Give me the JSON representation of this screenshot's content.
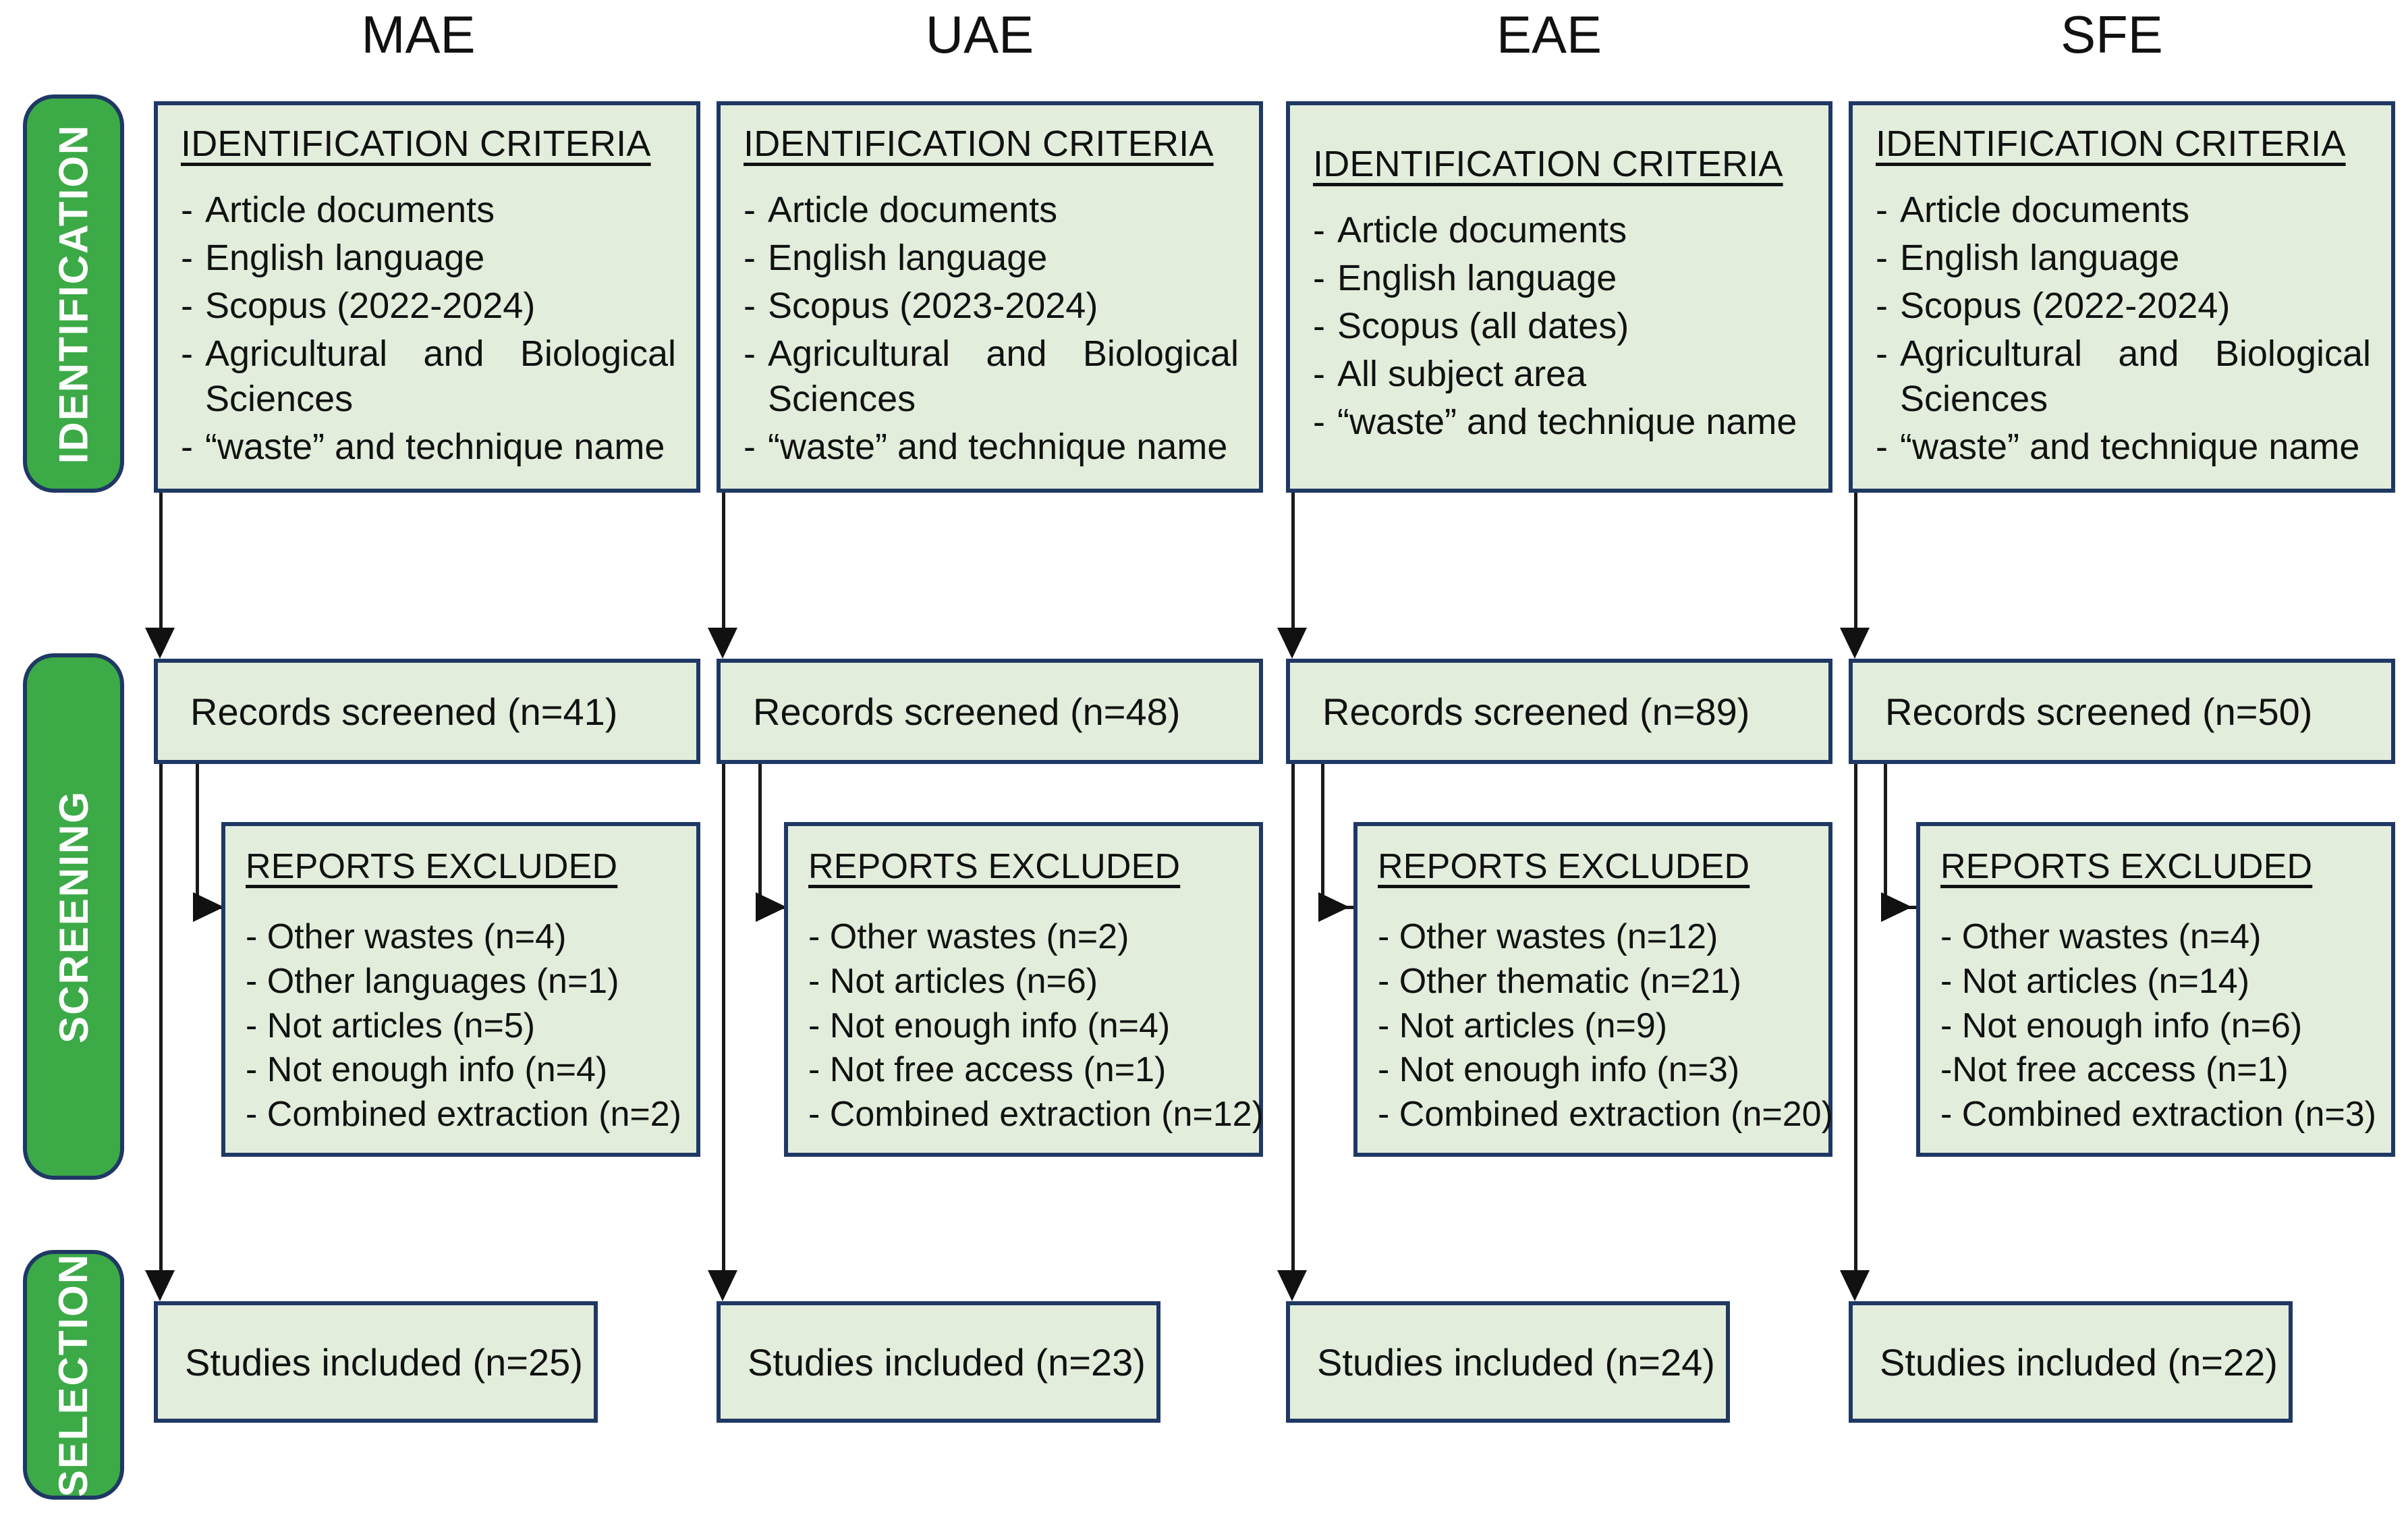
{
  "diagram": {
    "type": "prisma-flow-diagram",
    "stage_labels": [
      {
        "id": "identification",
        "label": "IDENTIFICATION"
      },
      {
        "id": "screening",
        "label": "SCREENING"
      },
      {
        "id": "selection",
        "label": "SELECTION"
      }
    ],
    "column_headers": [
      "MAE",
      "UAE",
      "EAE",
      "SFE"
    ],
    "identification_title": "IDENTIFICATION CRITERIA",
    "exclusion_title": "REPORTS EXCLUDED",
    "columns": [
      {
        "name": "MAE",
        "identification_criteria": [
          "Article documents",
          "English language",
          "Scopus (2022-2024)",
          "Agricultural and Biological Sciences",
          "“waste” and technique name"
        ],
        "records_screened": "Records screened (n=41)",
        "reports_excluded": [
          "- Other wastes (n=4)",
          "- Other languages (n=1)",
          "- Not articles (n=5)",
          "- Not enough info (n=4)",
          "- Combined extraction (n=2)"
        ],
        "studies_included": "Studies included (n=25)"
      },
      {
        "name": "UAE",
        "identification_criteria": [
          "Article documents",
          "English language",
          "Scopus (2023-2024)",
          "Agricultural and Biological Sciences",
          "“waste” and technique name"
        ],
        "records_screened": "Records screened (n=48)",
        "reports_excluded": [
          "- Other wastes (n=2)",
          "- Not articles (n=6)",
          "- Not enough info (n=4)",
          "- Not free access (n=1)",
          "- Combined extraction (n=12)"
        ],
        "studies_included": "Studies included (n=23)"
      },
      {
        "name": "EAE",
        "identification_criteria": [
          "Article documents",
          "English language",
          "Scopus (all dates)",
          "All subject area",
          "“waste” and technique name"
        ],
        "records_screened": "Records screened (n=89)",
        "reports_excluded": [
          "- Other wastes (n=12)",
          "- Other thematic (n=21)",
          "- Not articles (n=9)",
          "- Not enough info (n=3)",
          "- Combined extraction (n=20)"
        ],
        "studies_included": "Studies included (n=24)"
      },
      {
        "name": "SFE",
        "identification_criteria": [
          "Article documents",
          "English language",
          "Scopus (2022-2024)",
          "Agricultural and Biological Sciences",
          "“waste” and technique name"
        ],
        "records_screened": "Records screened (n=50)",
        "reports_excluded": [
          "- Other wastes (n=4)",
          "- Not articles (n=14)",
          "- Not enough info (n=6)",
          "-Not free access (n=1)",
          "- Combined extraction (n=3)"
        ],
        "studies_included": "Studies included (n=22)"
      }
    ],
    "colors": {
      "stage_green": "#3CAA47",
      "box_fill": "#E2EDDB",
      "box_border": "#1F3864",
      "connector": "#111111",
      "stage_text": "#FFFFFF"
    }
  }
}
